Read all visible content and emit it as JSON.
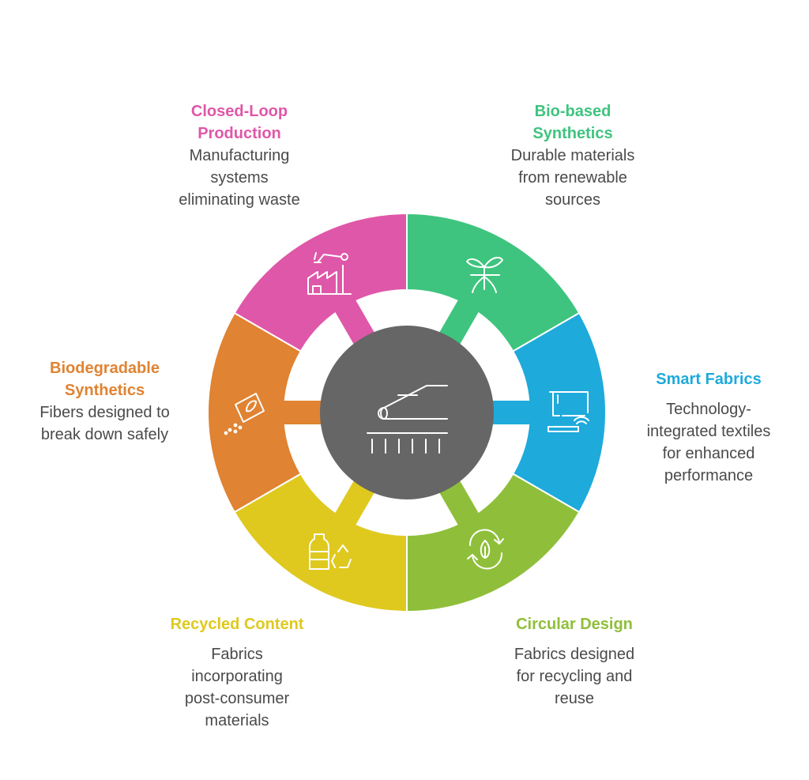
{
  "segments": [
    {
      "id": "bio-based",
      "title": "Bio-based\nSynthetics",
      "description": "Durable materials\nfrom renewable\nsources",
      "color": "#3ec47e",
      "icon": "sprout-icon"
    },
    {
      "id": "smart-fabrics",
      "title": "Smart Fabrics",
      "description": "Technology-\nintegrated textiles\nfor enhanced\nperformance",
      "color": "#1eaadb",
      "icon": "sewing-machine-wifi-icon"
    },
    {
      "id": "circular-design",
      "title": "Circular Design",
      "description": "Fabrics designed\nfor recycling and\nreuse",
      "color": "#8fbf3a",
      "icon": "recycle-leaf-icon"
    },
    {
      "id": "recycled-content",
      "title": "Recycled Content",
      "description": "Fabrics\nincorporating\npost-consumer\nmaterials",
      "color": "#dfc91e",
      "icon": "bottle-recycle-icon"
    },
    {
      "id": "biodegradable",
      "title": "Biodegradable\nSynthetics",
      "description": "Fibers designed to\nbreak down safely",
      "color": "#e08332",
      "icon": "degrading-leaf-icon"
    },
    {
      "id": "closed-loop",
      "title": "Closed-Loop\nProduction",
      "description": "Manufacturing\nsystems\neliminating waste",
      "color": "#df57a8",
      "icon": "factory-robot-arm-icon"
    }
  ],
  "center": {
    "icon": "fabric-roll-loom-icon",
    "color": "#666666"
  }
}
